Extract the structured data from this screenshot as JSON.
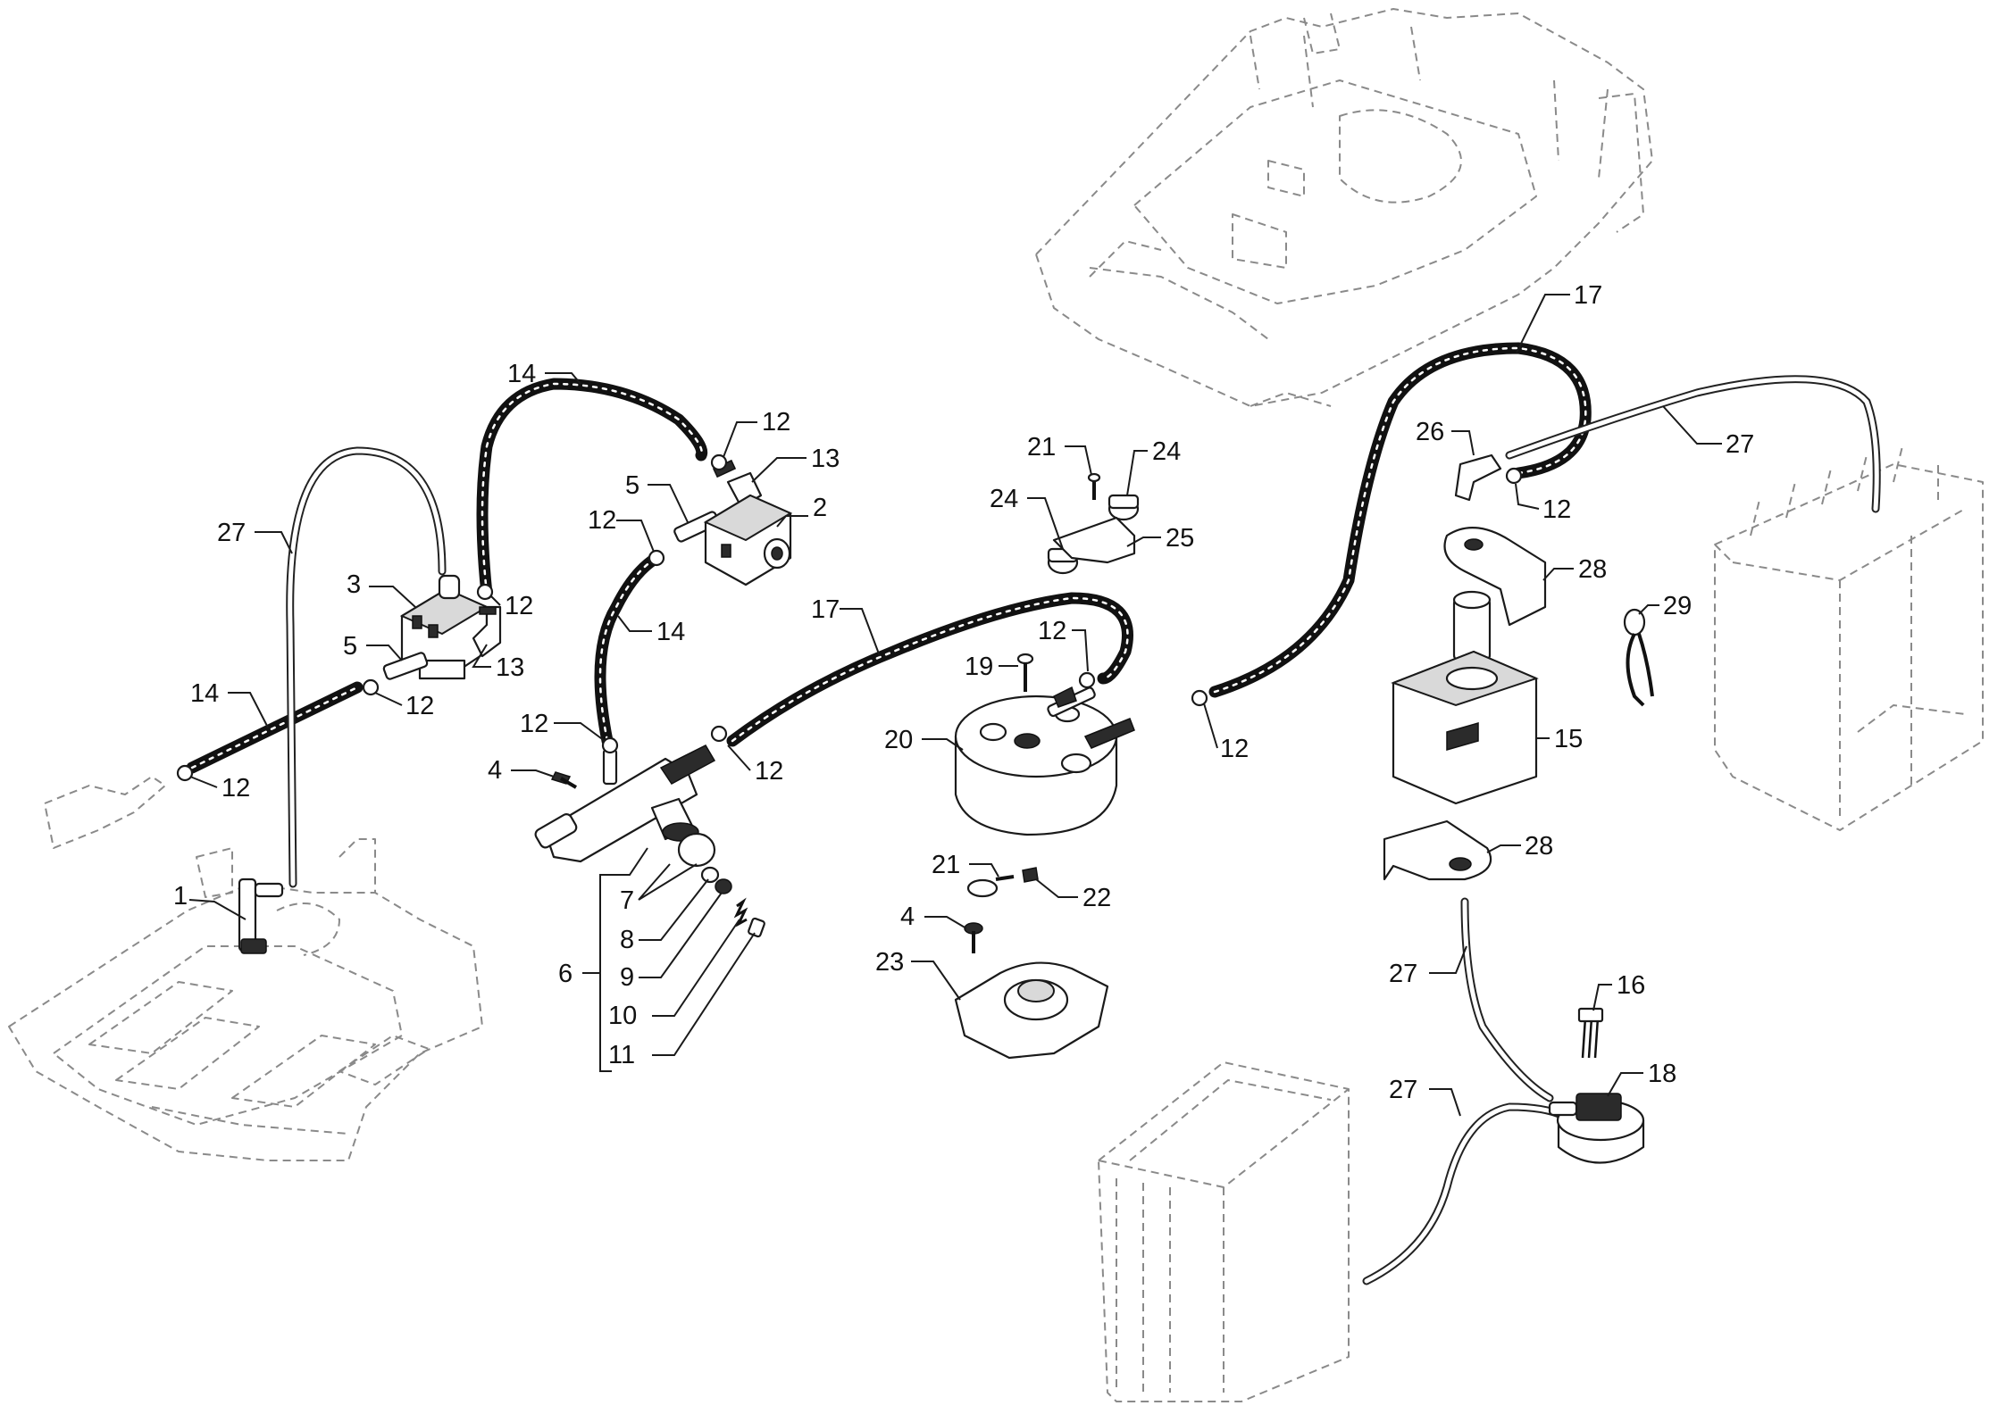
{
  "callouts": [
    {
      "id": "c1",
      "text": "1"
    },
    {
      "id": "c2",
      "text": "2"
    },
    {
      "id": "c3",
      "text": "3"
    },
    {
      "id": "c4a",
      "text": "4"
    },
    {
      "id": "c4b",
      "text": "4"
    },
    {
      "id": "c5a",
      "text": "5"
    },
    {
      "id": "c5b",
      "text": "5"
    },
    {
      "id": "c6",
      "text": "6"
    },
    {
      "id": "c7",
      "text": "7"
    },
    {
      "id": "c8",
      "text": "8"
    },
    {
      "id": "c9",
      "text": "9"
    },
    {
      "id": "c10",
      "text": "10"
    },
    {
      "id": "c11",
      "text": "11"
    },
    {
      "id": "c12a",
      "text": "12"
    },
    {
      "id": "c12b",
      "text": "12"
    },
    {
      "id": "c12c",
      "text": "12"
    },
    {
      "id": "c12d",
      "text": "12"
    },
    {
      "id": "c12e",
      "text": "12"
    },
    {
      "id": "c12f",
      "text": "12"
    },
    {
      "id": "c12g",
      "text": "12"
    },
    {
      "id": "c12h",
      "text": "12"
    },
    {
      "id": "c12i",
      "text": "12"
    },
    {
      "id": "c12j",
      "text": "12"
    },
    {
      "id": "c13a",
      "text": "13"
    },
    {
      "id": "c13b",
      "text": "13"
    },
    {
      "id": "c14a",
      "text": "14"
    },
    {
      "id": "c14b",
      "text": "14"
    },
    {
      "id": "c14c",
      "text": "14"
    },
    {
      "id": "c15",
      "text": "15"
    },
    {
      "id": "c16",
      "text": "16"
    },
    {
      "id": "c17a",
      "text": "17"
    },
    {
      "id": "c17b",
      "text": "17"
    },
    {
      "id": "c18",
      "text": "18"
    },
    {
      "id": "c19",
      "text": "19"
    },
    {
      "id": "c20",
      "text": "20"
    },
    {
      "id": "c21a",
      "text": "21"
    },
    {
      "id": "c21b",
      "text": "21"
    },
    {
      "id": "c22",
      "text": "22"
    },
    {
      "id": "c23",
      "text": "23"
    },
    {
      "id": "c24a",
      "text": "24"
    },
    {
      "id": "c24b",
      "text": "24"
    },
    {
      "id": "c25",
      "text": "25"
    },
    {
      "id": "c26",
      "text": "26"
    },
    {
      "id": "c27a",
      "text": "27"
    },
    {
      "id": "c27b",
      "text": "27"
    },
    {
      "id": "c27c",
      "text": "27"
    },
    {
      "id": "c27d",
      "text": "27"
    },
    {
      "id": "c28a",
      "text": "28"
    },
    {
      "id": "c28b",
      "text": "28"
    },
    {
      "id": "c29",
      "text": "29"
    }
  ]
}
